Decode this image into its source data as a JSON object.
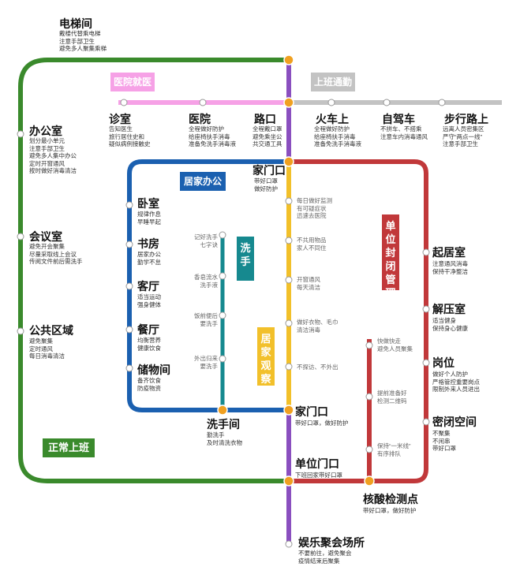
{
  "lines": {
    "green": "#3a8a2c",
    "purple": "#8a4fbf",
    "pink": "#f6a1e6",
    "gray": "#c3c3c3",
    "blue": "#1b60b0",
    "teal": "#16898f",
    "yellow": "#f2c02a",
    "red": "#c1383a"
  },
  "tags": {
    "medical": "医院就医",
    "commute": "上班通勤",
    "home_office": "居家办公",
    "wash": "洗手",
    "home_watch": "居家观察",
    "unit_closed": "单位封闭管理",
    "normal_work": "正常上班"
  },
  "stations": {
    "elevator": {
      "name": "电梯间",
      "notes": [
        "戴楼代替乘电梯",
        "注意手部卫生",
        "避免多人聚集乘梯"
      ]
    },
    "office": {
      "name": "办公室",
      "notes": [
        "划分最小单元",
        "注意手部卫生",
        "避免多人集中办公",
        "定时开窗通风",
        "按时做好消毒清洁"
      ]
    },
    "meeting": {
      "name": "会议室",
      "notes": [
        "避免开会聚集",
        "尽量采取线上会议",
        "传阅文件前后需洗手"
      ]
    },
    "public": {
      "name": "公共区域",
      "notes": [
        "避免聚集",
        "定时通风",
        "每日消毒清洁"
      ]
    },
    "clinic": {
      "name": "诊室",
      "notes": [
        "告知医生",
        "旅行居住史和",
        "疑似病例接触史"
      ]
    },
    "hospital": {
      "name": "医院",
      "notes": [
        "全程做好防护",
        "给座椅扶手消毒",
        "准备免洗手消毒液"
      ]
    },
    "road": {
      "name": "路口",
      "notes": [
        "全程戴口罩",
        "避免乘坐公",
        "共交通工具"
      ]
    },
    "train": {
      "name": "火车上",
      "notes": [
        "全程做好防护",
        "给座椅扶手消毒",
        "准备免洗手消毒液"
      ]
    },
    "car": {
      "name": "自驾车",
      "notes": [
        "不拼车、不搭乘",
        "注意车内消毒通风"
      ]
    },
    "walk": {
      "name": "步行路上",
      "notes": [
        "远离人员密集区",
        "严守“两点一线”",
        "注意手部卫生"
      ]
    },
    "door_top": {
      "name": "家门口",
      "notes": [
        "带好口罩",
        "做好防护"
      ]
    },
    "bedroom": {
      "name": "卧室",
      "notes": [
        "规律作息",
        "早睡早起"
      ]
    },
    "study": {
      "name": "书房",
      "notes": [
        "居家办公",
        "勤学不怠"
      ]
    },
    "living": {
      "name": "客厅",
      "notes": [
        "适当运动",
        "强身健体"
      ]
    },
    "dining": {
      "name": "餐厅",
      "notes": [
        "均衡营养",
        "健康饮食"
      ]
    },
    "storage": {
      "name": "储物间",
      "notes": [
        "备齐饮食",
        "防疫物资"
      ]
    },
    "washroom": {
      "name": "洗手间",
      "notes": [
        "勤洗手",
        "及时清洗衣物"
      ]
    },
    "door_bottom": {
      "name": "家门口",
      "notes": [
        "带好口罩，做好防护"
      ]
    },
    "unit_door": {
      "name": "单位门口",
      "notes": [
        "下班回家带好口罩"
      ]
    },
    "entertainment": {
      "name": "娱乐聚会场所",
      "notes": [
        "不要前往，避免聚会",
        "疫情结束后聚集"
      ]
    },
    "living_room": {
      "name": "起居室",
      "notes": [
        "注意通风消毒",
        "保持干净整洁"
      ]
    },
    "relax": {
      "name": "解压室",
      "notes": [
        "适当健身",
        "保持身心健康"
      ]
    },
    "post": {
      "name": "岗位",
      "notes": [
        "做好个人防护",
        "严格管控重要岗点",
        "限制外来人员进出"
      ]
    },
    "closed_space": {
      "name": "密闭空间",
      "notes": [
        "不聚集",
        "不闲串",
        "带好口罩"
      ]
    },
    "nucleic": {
      "name": "核酸检测点",
      "notes": [
        "带好口罩，做好防护"
      ]
    }
  },
  "wash_notes": [
    {
      "lines": [
        "记好洗手",
        "七字诀"
      ]
    },
    {
      "lines": [
        "香皂流水",
        "洗手液"
      ]
    },
    {
      "lines": [
        "饭前便后",
        "要洗手"
      ]
    },
    {
      "lines": [
        "外出归来",
        "要洗手"
      ]
    }
  ],
  "watch_notes": [
    {
      "lines": [
        "每日做好监测",
        "有可疑症状",
        "迅速去医院"
      ]
    },
    {
      "lines": [
        "不共用物品",
        "家人不同住"
      ]
    },
    {
      "lines": [
        "开窗通风",
        "每天清洁"
      ]
    },
    {
      "lines": [
        "做好衣物、毛巾",
        "清洁消毒"
      ]
    },
    {
      "lines": [
        "不探访、不外出"
      ]
    }
  ],
  "nucleic_notes": [
    {
      "lines": [
        "快做快走",
        "避免人员聚集"
      ]
    },
    {
      "lines": [
        "提前准备好",
        "检测二维码"
      ]
    },
    {
      "lines": [
        "保持“一米线”",
        "有序排队"
      ]
    }
  ]
}
